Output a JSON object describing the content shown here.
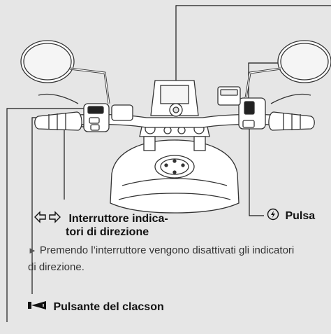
{
  "labels": {
    "turn_signal_line1": "Interruttore indica-",
    "turn_signal_line2": "tori di direzione",
    "turn_signal_note_arrow": "►",
    "turn_signal_note": "Premendo l’interruttore vengono disattivati gli indicatori di direzione.",
    "horn_button": "Pulsante del clacson",
    "hazard_button_partial": "Pulsa"
  },
  "icons": {
    "turn_signal": "left-right-arrows-icon",
    "horn": "horn-icon",
    "hazard": "hazard-icon"
  },
  "colors": {
    "background": "#e6e6e6",
    "line": "#1a1a1a",
    "illustration_fill": "#ffffff",
    "illustration_stroke": "#333333"
  }
}
